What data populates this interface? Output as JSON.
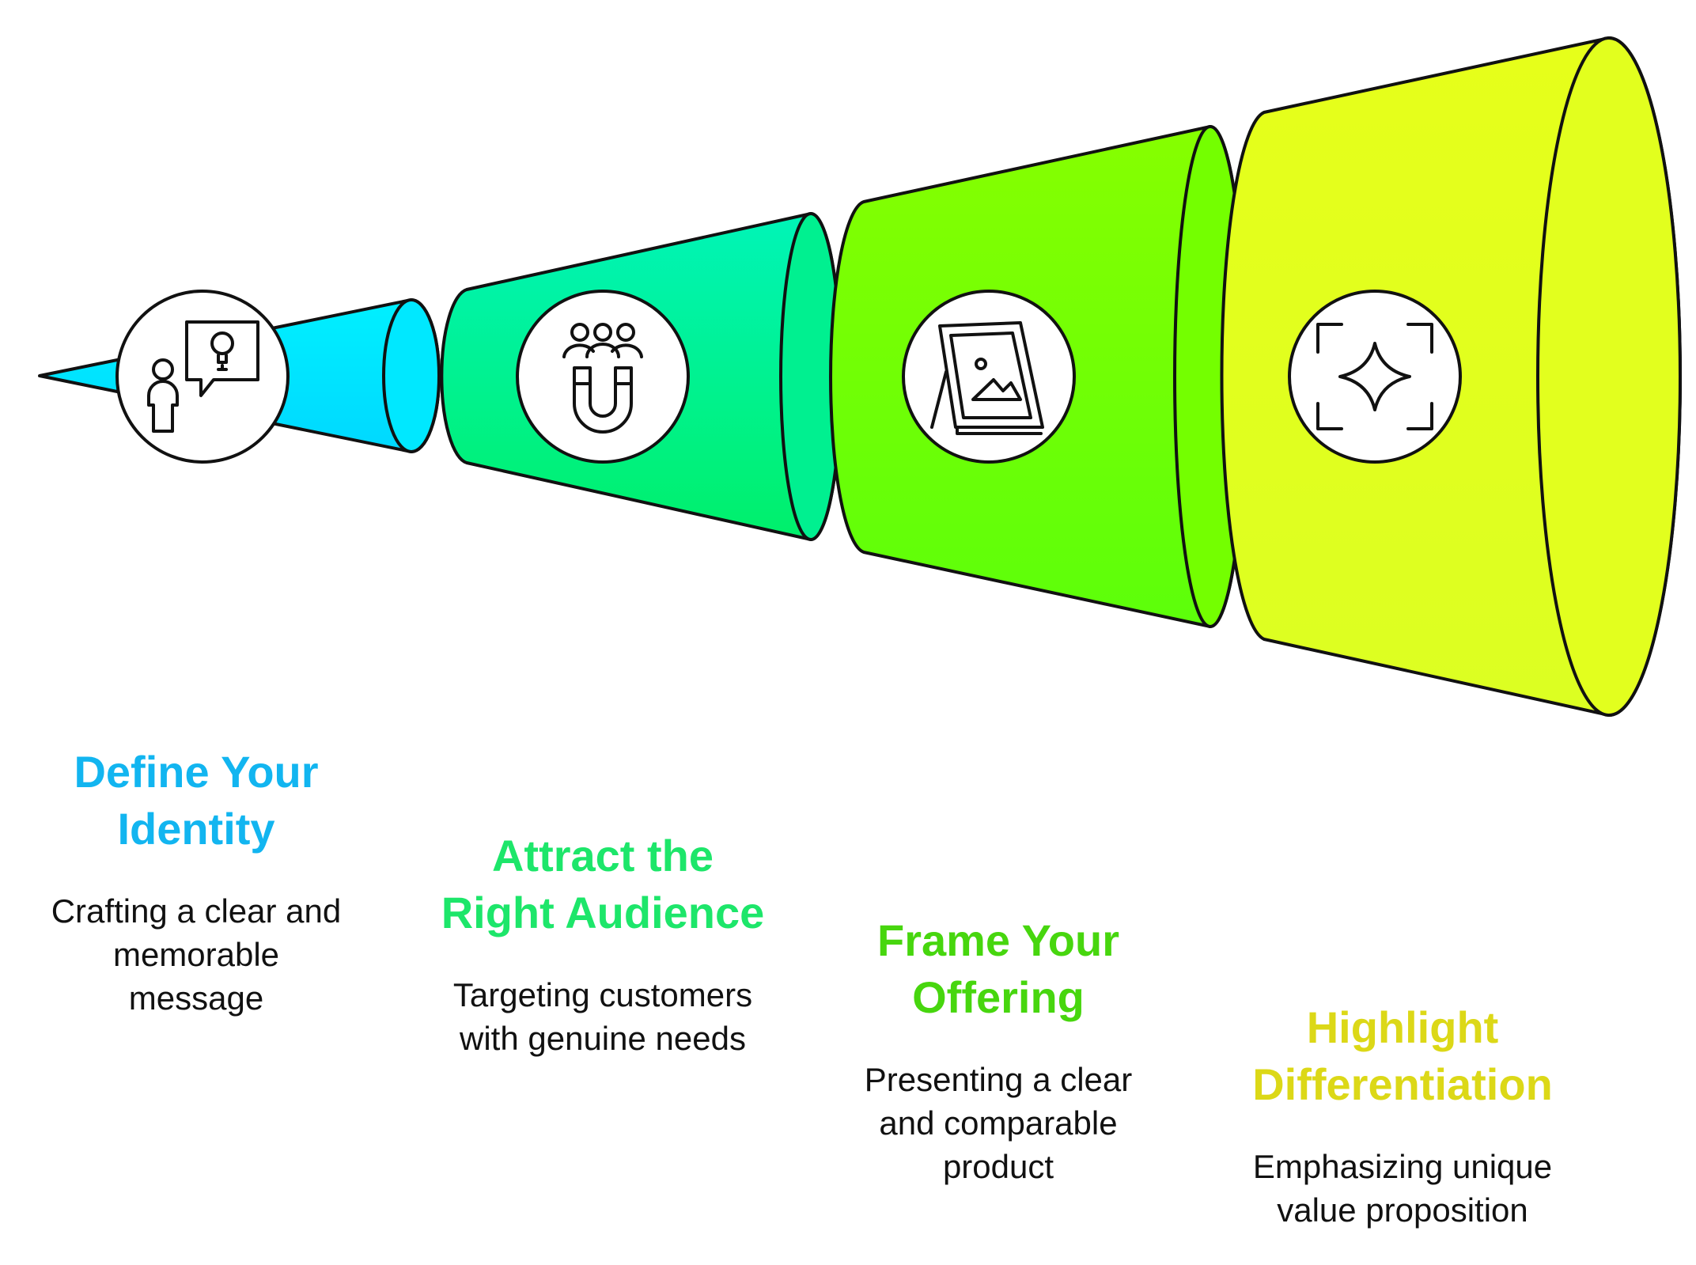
{
  "steps": [
    {
      "title_line1": "Define Your",
      "title_line2": "Identity",
      "desc_line1": "Crafting a clear and",
      "desc_line2": "memorable",
      "desc_line3": "message",
      "color": "#12b5f0",
      "fill_top": "#00f0ff",
      "fill_bottom": "#00d8ff",
      "icon": "person-idea-icon"
    },
    {
      "title_line1": "Attract the",
      "title_line2": "Right Audience",
      "desc_line1": "Targeting customers",
      "desc_line2": "with genuine needs",
      "desc_line3": "",
      "color": "#1de66a",
      "fill_top": "#00f4b8",
      "fill_bottom": "#00f06a",
      "icon": "magnet-audience-icon"
    },
    {
      "title_line1": "Frame Your",
      "title_line2": "Offering",
      "desc_line1": "Presenting a clear",
      "desc_line2": "and comparable",
      "desc_line3": "product",
      "color": "#47d60e",
      "fill_top": "#86ff00",
      "fill_bottom": "#5cff0a",
      "icon": "framed-picture-icon"
    },
    {
      "title_line1": "Highlight",
      "title_line2": "Differentiation",
      "desc_line1": "Emphasizing unique",
      "desc_line2": "value proposition",
      "desc_line3": "",
      "color": "#dcd817",
      "fill_top": "#e6ff1a",
      "fill_bottom": "#dcff22",
      "icon": "sparkle-focus-icon"
    }
  ]
}
